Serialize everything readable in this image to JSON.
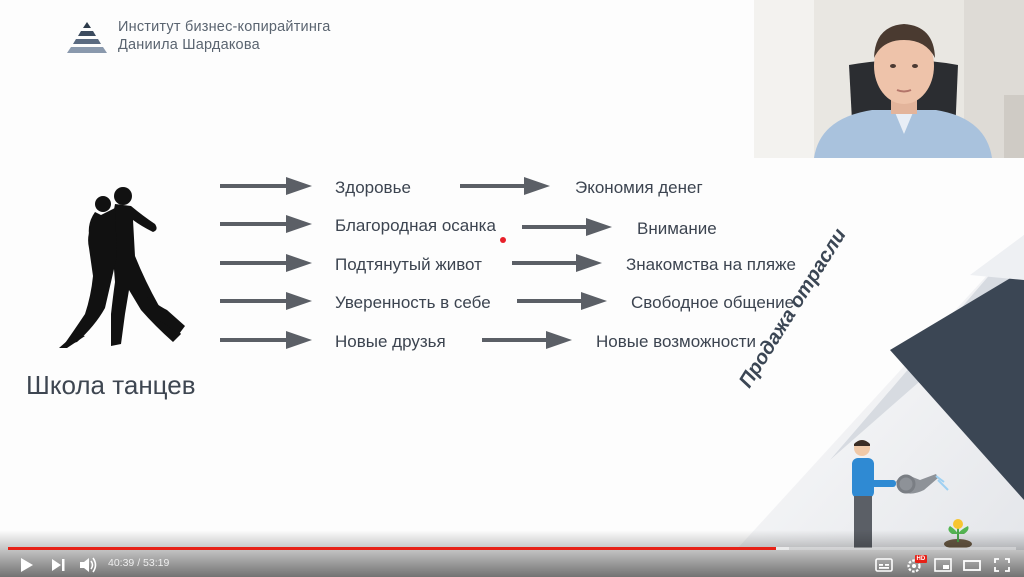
{
  "logo": {
    "line1": "Институт бизнес-копирайтинга",
    "line2": "Даниила Шардакова",
    "icon": "pyramid-logo-icon"
  },
  "slide": {
    "subject": "Школа танцев",
    "rows": [
      {
        "benefit": "Здоровье",
        "result": "Экономия денег"
      },
      {
        "benefit": "Благородная осанка",
        "result": "Внимание"
      },
      {
        "benefit": "Подтянутый живот",
        "result": "Знакомства на пляже"
      },
      {
        "benefit": "Уверенность в себе",
        "result": "Свободное общение"
      },
      {
        "benefit": "Новые друзья",
        "result": "Новые возможности"
      }
    ],
    "corner_title": "Продажа отрасли",
    "colors": {
      "text": "#3c4450",
      "arrow": "#5b5f66",
      "corner_dark": "#3b4654",
      "accent_red": "#e8202a"
    }
  },
  "player": {
    "time_current": "40:39",
    "time_total": "53:19",
    "progress": 0.762,
    "buffered": 0.775,
    "hd_badge": "HD",
    "icons": [
      "play-icon",
      "next-icon",
      "volume-icon",
      "subtitles-icon",
      "settings-icon",
      "miniplayer-icon",
      "theater-icon",
      "fullscreen-icon"
    ],
    "colors": {
      "progress": "#e62117"
    }
  }
}
